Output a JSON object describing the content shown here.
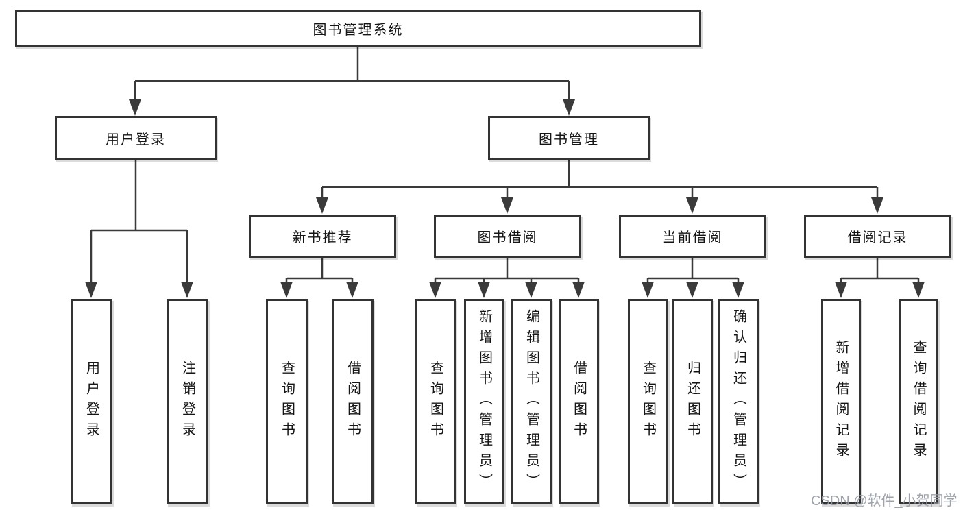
{
  "nodes": {
    "root": "图书管理系统",
    "user_login": "用户登录",
    "book_mgmt": "图书管理",
    "new_book_rec": "新书推荐",
    "book_borrow": "图书借阅",
    "current_borrow": "当前借阅",
    "borrow_record": "借阅记录",
    "leaf_user_login": "用户登录",
    "leaf_logout": "注销登录",
    "leaf_nb_query": "查询图书",
    "leaf_nb_borrow": "借阅图书",
    "leaf_bb_query": "查询图书",
    "leaf_bb_add": "新增图书（管理员）",
    "leaf_bb_edit": "编辑图书（管理员）",
    "leaf_bb_borrow": "借阅图书",
    "leaf_cb_query": "查询图书",
    "leaf_cb_return": "归还图书",
    "leaf_cb_confirm": "确认归还（管理员）",
    "leaf_br_add": "新增借阅记录",
    "leaf_br_query": "查询借阅记录"
  },
  "hierarchy": {
    "图书管理系统": {
      "用户登录": [
        "用户登录",
        "注销登录"
      ],
      "图书管理": {
        "新书推荐": [
          "查询图书",
          "借阅图书"
        ],
        "图书借阅": [
          "查询图书",
          "新增图书（管理员）",
          "编辑图书（管理员）",
          "借阅图书"
        ],
        "当前借阅": [
          "查询图书",
          "归还图书",
          "确认归还（管理员）"
        ],
        "借阅记录": [
          "新增借阅记录",
          "查询借阅记录"
        ]
      }
    }
  },
  "watermark": {
    "text": "CSDN @软件_小贺同学"
  },
  "colors": {
    "line": "#3a3a3a",
    "box_border": "#333333",
    "text": "#151515",
    "watermark": "#969ba4",
    "background": "#ffffff"
  }
}
